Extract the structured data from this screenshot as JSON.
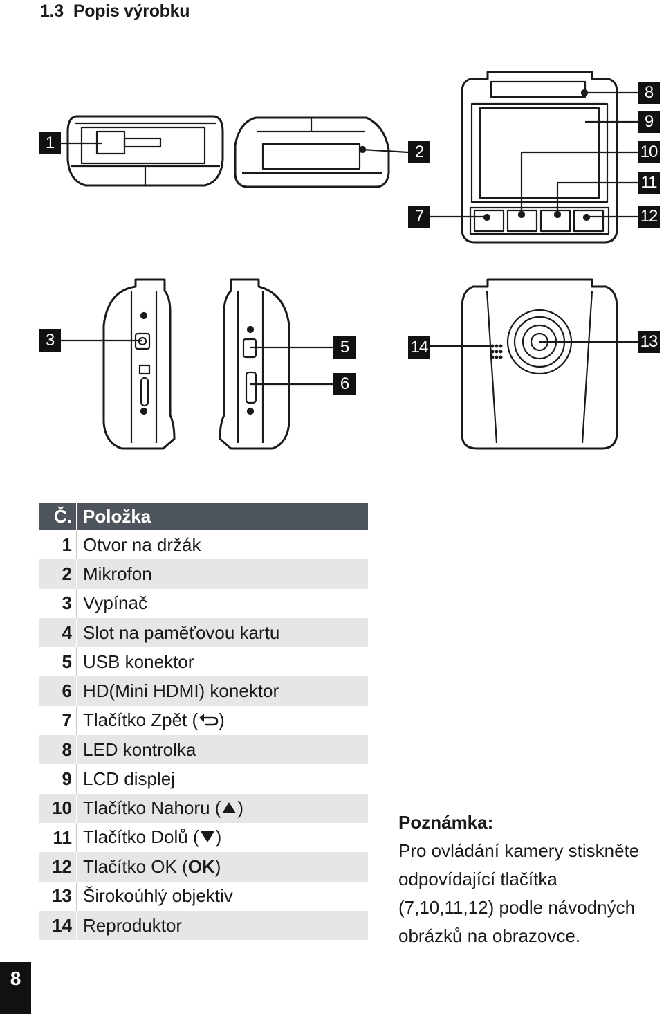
{
  "heading": {
    "number": "1.3",
    "title": "Popis výrobku"
  },
  "callouts": {
    "c1": "1",
    "c2": "2",
    "c3": "3",
    "c5": "5",
    "c6": "6",
    "c7": "7",
    "c8": "8",
    "c9": "9",
    "c10": "10",
    "c11": "11",
    "c12": "12",
    "c13": "13",
    "c14": "14"
  },
  "table": {
    "col_no": "Č.",
    "col_item": "Položka",
    "rows": [
      {
        "no": "1",
        "item": "Otvor na držák"
      },
      {
        "no": "2",
        "item": "Mikrofon"
      },
      {
        "no": "3",
        "item": "Vypínač"
      },
      {
        "no": "4",
        "item": "Slot na paměťovou kartu"
      },
      {
        "no": "5",
        "item": "USB konektor"
      },
      {
        "no": "6",
        "item": "HD(Mini HDMI) konektor"
      },
      {
        "no": "7",
        "item": "Tlačítko Zpět (",
        "suffix": ")",
        "icon": "return-arrow-icon"
      },
      {
        "no": "8",
        "item": "LED kontrolka"
      },
      {
        "no": "9",
        "item": "LCD displej"
      },
      {
        "no": "10",
        "item": "Tlačítko Nahoru (",
        "suffix": ")",
        "icon": "up-triangle-icon"
      },
      {
        "no": "11",
        "item": "Tlačítko Dolů (",
        "suffix": ")",
        "icon": "down-triangle-icon"
      },
      {
        "no": "12",
        "item": "Tlačítko OK (",
        "strong": "OK",
        "suffix": ")"
      },
      {
        "no": "13",
        "item": "Širokoúhlý objektiv"
      },
      {
        "no": "14",
        "item": "Reproduktor"
      }
    ]
  },
  "note": {
    "title": "Poznámka:",
    "text": "Pro ovládání kamery stiskněte odpovídající tlačítka (7,10,11,12) podle návodných obrázků na obrazovce."
  },
  "page_number": "8",
  "colors": {
    "header_bg": "#4e545b",
    "row_alt": "#e6e6e6",
    "callout_bg": "#111111"
  }
}
